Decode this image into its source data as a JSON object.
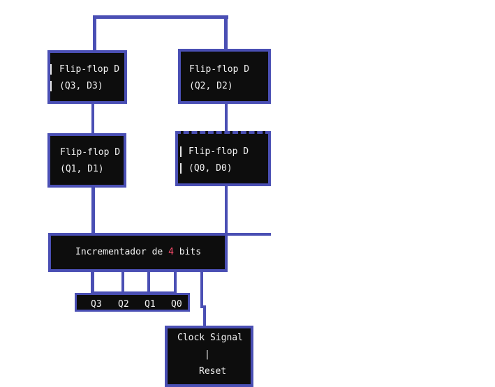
{
  "flipflops": {
    "ff3": {
      "title": "Flip-flop D",
      "pins": "(Q3, D3)"
    },
    "ff2": {
      "title": "Flip-flop D",
      "pins": "(Q2, D2)"
    },
    "ff1": {
      "title": "Flip-flop D",
      "pins": "(Q1, D1)"
    },
    "ff0": {
      "title": "Flip-flop D",
      "pins": "(Q0, D0)"
    }
  },
  "incrementer": {
    "prefix": "Incrementador de ",
    "bits": "4",
    "suffix": " bits"
  },
  "outputs": [
    "Q3",
    "Q2",
    "Q1",
    "Q0"
  ],
  "control": {
    "clock": "Clock Signal",
    "separator": "|",
    "reset": "Reset"
  },
  "colors": {
    "wire": "#4a4fb4",
    "box_fill": "#0d0d0d",
    "text": "#f2f2f2",
    "highlight": "#ff4d6d"
  }
}
